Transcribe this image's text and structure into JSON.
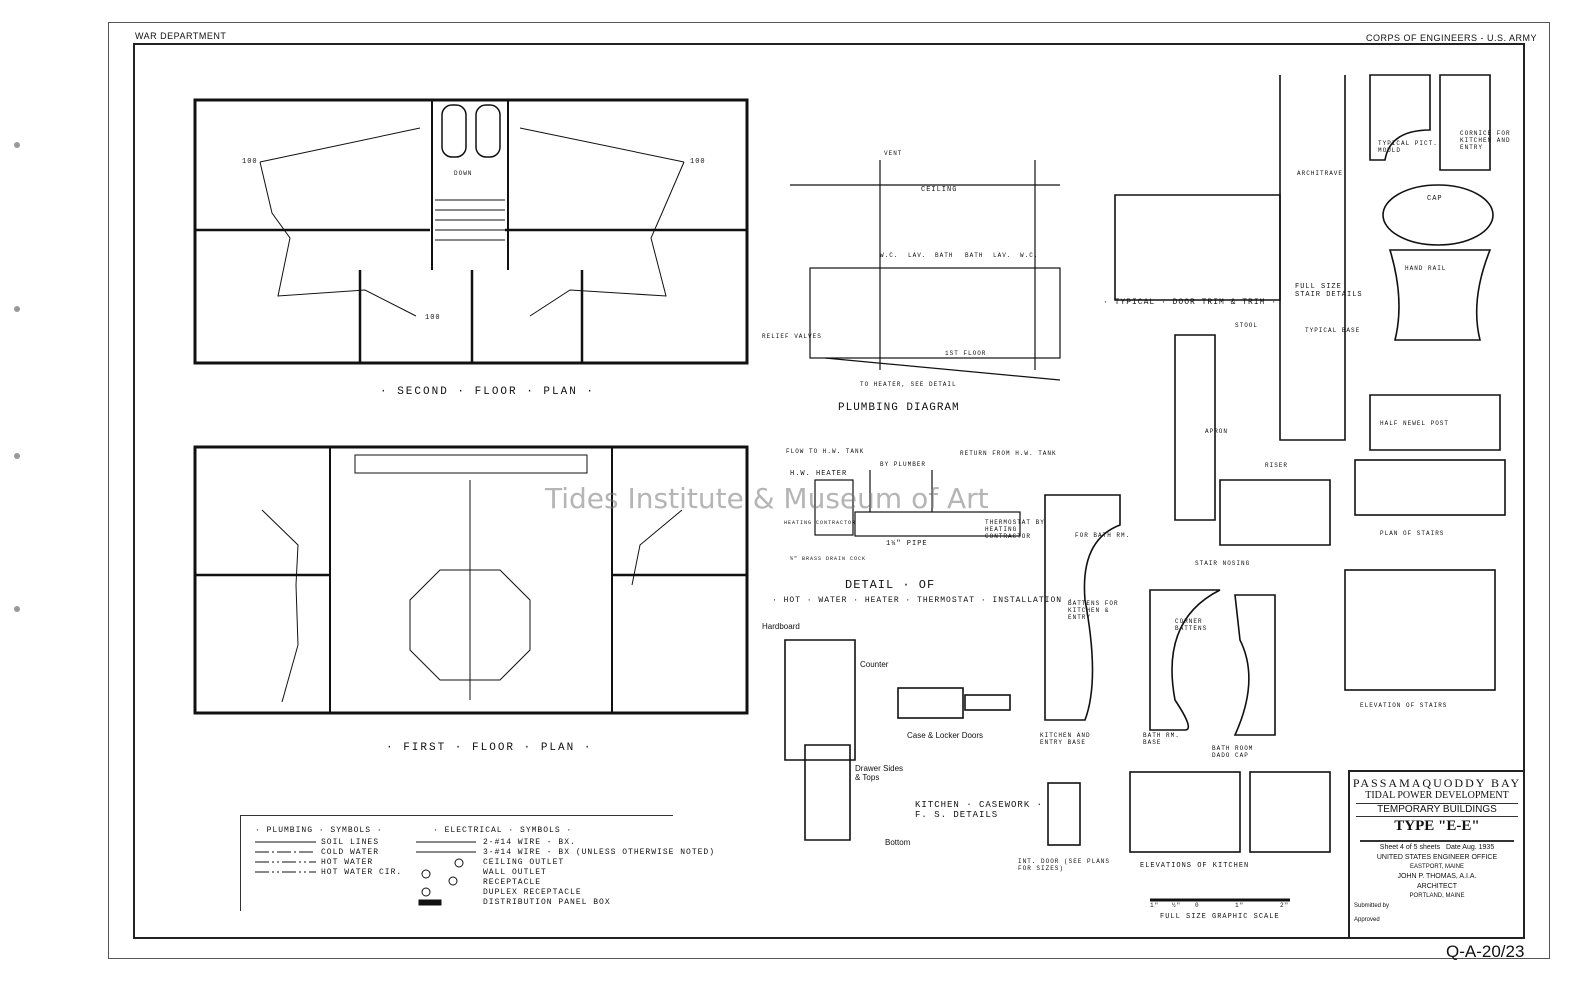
{
  "header": {
    "left": "WAR DEPARTMENT",
    "right": "CORPS OF ENGINEERS - U.S. ARMY"
  },
  "watermark": "Tides Institute & Museum of Art",
  "plans": {
    "second_floor": "· SECOND · FLOOR · PLAN ·",
    "first_floor": "· FIRST · FLOOR · PLAN ·",
    "outlet_value": "100",
    "down": "DOWN"
  },
  "plumbing": {
    "title": "PLUMBING DIAGRAM",
    "ceiling": "CEILING",
    "vent": "VENT",
    "first_floor": "1ST FLOOR",
    "relief": "RELIEF VALVES",
    "to_heater": "TO HEATER, SEE DETAIL",
    "fixtures": [
      "W.C.",
      "LAV.",
      "BATH",
      "BATH",
      "LAV.",
      "W.C."
    ]
  },
  "heater": {
    "title": "DETAIL · OF",
    "subtitle": "· HOT · WATER · HEATER · THERMOSTAT · INSTALLATION ·",
    "flow": "FLOW TO H.W. TANK",
    "by_plumber": "BY PLUMBER",
    "return": "RETURN FROM H.W. TANK",
    "heater": "H.W. HEATER",
    "heating_contractor": "HEATING CONTRACTOR",
    "thermostat": "THERMOSTAT BY HEATING CONTRACTOR",
    "pipe": "1¼\" PIPE",
    "drain": "¾\" BRASS DRAIN COCK"
  },
  "details": {
    "architrave": "ARCHITRAVE",
    "picture_mould": "TYPICAL PICT. MOULD",
    "cornice": "CORNICE FOR KITCHEN AND ENTRY",
    "cap": "CAP",
    "hand_rail": "HAND RAIL",
    "door_trim": "· TYPICAL · DOOR TRIM & TRIM ·",
    "full_size_stair": "FULL SIZE STAIR DETAILS",
    "typical_base": "TYPICAL BASE",
    "stool": "STOOL",
    "apron": "APRON",
    "newel": "HALF NEWEL POST",
    "riser": "RISER",
    "stair_nosing": "STAIR NOSING",
    "plan_stairs": "PLAN OF STAIRS",
    "elevation_stairs": "ELEVATION OF STAIRS",
    "bath_rm": "FOR BATH RM.",
    "battens": "BATTENS FOR KITCHEN & ENTRY",
    "corner_battens": "CORNER BATTENS",
    "kitchen_base": "KITCHEN AND ENTRY BASE",
    "bath_base": "BATH RM. BASE",
    "bath_dado": "BATH ROOM DADO CAP",
    "hardboard": "Hardboard",
    "counter": "Counter",
    "case_doors": "Case & Locker Doors",
    "drawer": "Drawer Sides & Tops",
    "bottom": "Bottom",
    "casework": "KITCHEN · CASEWORK · F. S. DETAILS",
    "int_door": "INT. DOOR (SEE PLANS FOR SIZES)",
    "elev_kitchen": "ELEVATIONS OF KITCHEN",
    "scale_label": "FULL SIZE GRAPHIC SCALE",
    "scale_ticks": [
      "1\"",
      "½\"",
      "0",
      "1\"",
      "2\""
    ]
  },
  "legend": {
    "plumbing_title": "· PLUMBING · SYMBOLS ·",
    "plumbing": [
      "SOIL LINES",
      "COLD WATER",
      "HOT WATER",
      "HOT WATER CIR."
    ],
    "electrical_title": "· ELECTRICAL · SYMBOLS ·",
    "electrical": [
      "2-#14 WIRE - BX.",
      "3-#14 WIRE - BX (UNLESS OTHERWISE NOTED)",
      "CEILING OUTLET",
      "WALL OUTLET",
      "RECEPTACLE",
      "DUPLEX RECEPTACLE",
      "DISTRIBUTION PANEL BOX"
    ]
  },
  "title_block": {
    "project": "PASSAMAQUODDY BAY",
    "subtitle": "TIDAL POWER DEVELOPMENT",
    "group": "TEMPORARY BUILDINGS",
    "type": "TYPE \"E-E\"",
    "sheet": "Sheet 4 of 5 sheets",
    "date": "Date Aug. 1935",
    "office": "UNITED STATES ENGINEER OFFICE",
    "office_city": "EASTPORT, MAINE",
    "architect": "JOHN P. THOMAS, A.I.A.",
    "architect_role": "ARCHITECT",
    "architect_city": "PORTLAND, MAINE",
    "submitted": "Submitted by",
    "approved": "Approved"
  },
  "sheet_number": "Q-A-20/23"
}
